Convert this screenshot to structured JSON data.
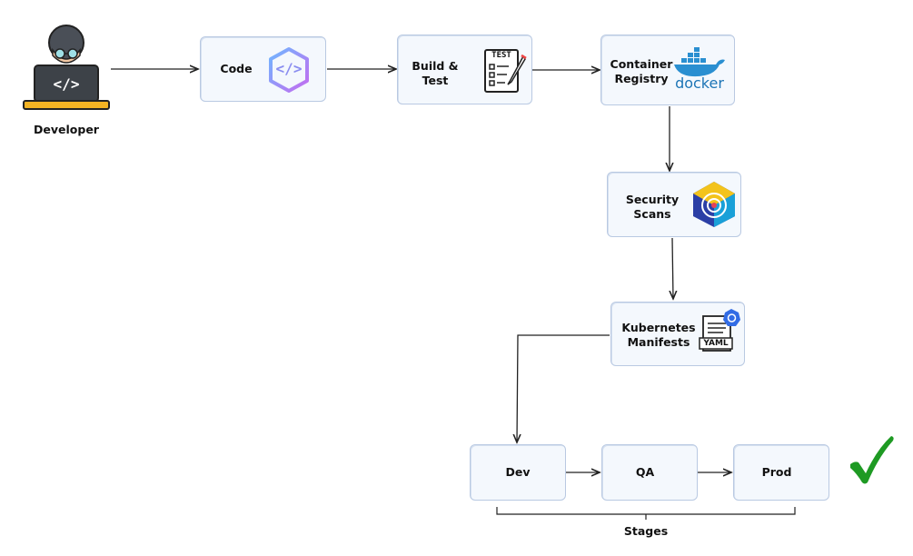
{
  "nodes": {
    "developer": "Developer",
    "code": "Code",
    "build": "Build &\nTest",
    "registry": "Container\nRegistry",
    "security": "Security\nScans",
    "k8s": "Kubernetes\nManifests",
    "dev": "Dev",
    "qa": "QA",
    "prod": "Prod"
  },
  "icon_text": {
    "code_glyph": "</>",
    "laptop_glyph": "</>",
    "test_sheet": "TEST",
    "docker_word": "docker",
    "yaml_word": "YAML"
  },
  "stages_label": "Stages",
  "colors": {
    "node_fill": "#f4f8fd",
    "node_border": "#b9c9e2",
    "check": "#1e9a23",
    "docker": "#2a8fd1"
  }
}
